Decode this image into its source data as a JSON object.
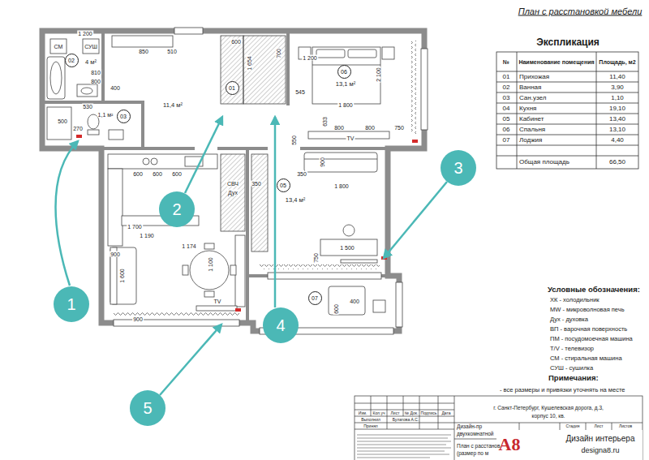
{
  "diagram": {
    "title": "План с расстановкой мебели",
    "nodes": [
      {
        "text": [
          "02"
        ]
      },
      {
        "text": [
          "01"
        ]
      },
      {
        "text": [
          "06"
        ]
      },
      {
        "text": [
          "03"
        ]
      },
      {
        "text": [
          "3"
        ]
      },
      {
        "text": [
          "05"
        ]
      },
      {
        "text": [
          "2"
        ]
      },
      {
        "text": [
          "07"
        ]
      },
      {
        "text": [
          "1"
        ]
      },
      {
        "text": [
          "4"
        ]
      },
      {
        "text": [
          "5"
        ]
      }
    ],
    "labels": [
      "1 200",
      "СМ",
      "СУШ",
      "4 м²",
      "810",
      "800",
      "400",
      "850",
      "510",
      "11,4 м²",
      "600",
      "1 654",
      "700",
      "1 200",
      "13,1 м²",
      "2 100",
      "1 800",
      "545",
      "530",
      "1,1 м²",
      "500",
      "270",
      "633",
      "800",
      "800",
      "750",
      "TV",
      "550",
      "600",
      "600",
      "600",
      "350",
      "350",
      "900",
      "1 800",
      "13,4 м²",
      "СВЧ",
      "Дух",
      "1 700",
      "1 190",
      "1 174",
      "900",
      "1 600",
      "1 100",
      "1 500",
      "750",
      "TV",
      "900",
      "600",
      "400",
      "Экспликация",
      "№",
      "Наименование помещения",
      "Площадь, м2",
      "01",
      "Прихожая",
      "11,40",
      "02",
      "Ванная",
      "3,90",
      "03",
      "Сан.узел",
      "1,10",
      "04",
      "Кухня",
      "19,10",
      "05",
      "Кабинет",
      "13,40",
      "06",
      "Спальня",
      "13,10",
      "07",
      "Лоджия",
      "4,40",
      "Общая площадь",
      "66,50",
      "Условные обозначения:",
      "ХК - холодильник",
      "MW - микроволновая печь",
      "Дух - духовка",
      "ВП - варочная поверхность",
      "ПМ - посудомоечная машина",
      "T/V - телевизор",
      "СМ - стиральная машина",
      "СУШ - сушилка",
      "Примечания:",
      "- все размеры и привязки уточнять на месте",
      "Изм.",
      "Кол.уч",
      "Лист",
      "№ Док.",
      "Подпись",
      "Дата",
      "Выполнил",
      "Булатова А.С.",
      "Принял",
      "г. Санкт-Петербург, Кушелевская дорога, д.3,",
      "корпус 10, кв.",
      "Дизайн-пр",
      "двухкомнатной",
      "Стадия",
      "Лист",
      "Листов",
      "План с расстанов",
      "(размер по м",
      "A8",
      "Дизайн интерьера",
      "designa8.ru"
    ]
  }
}
